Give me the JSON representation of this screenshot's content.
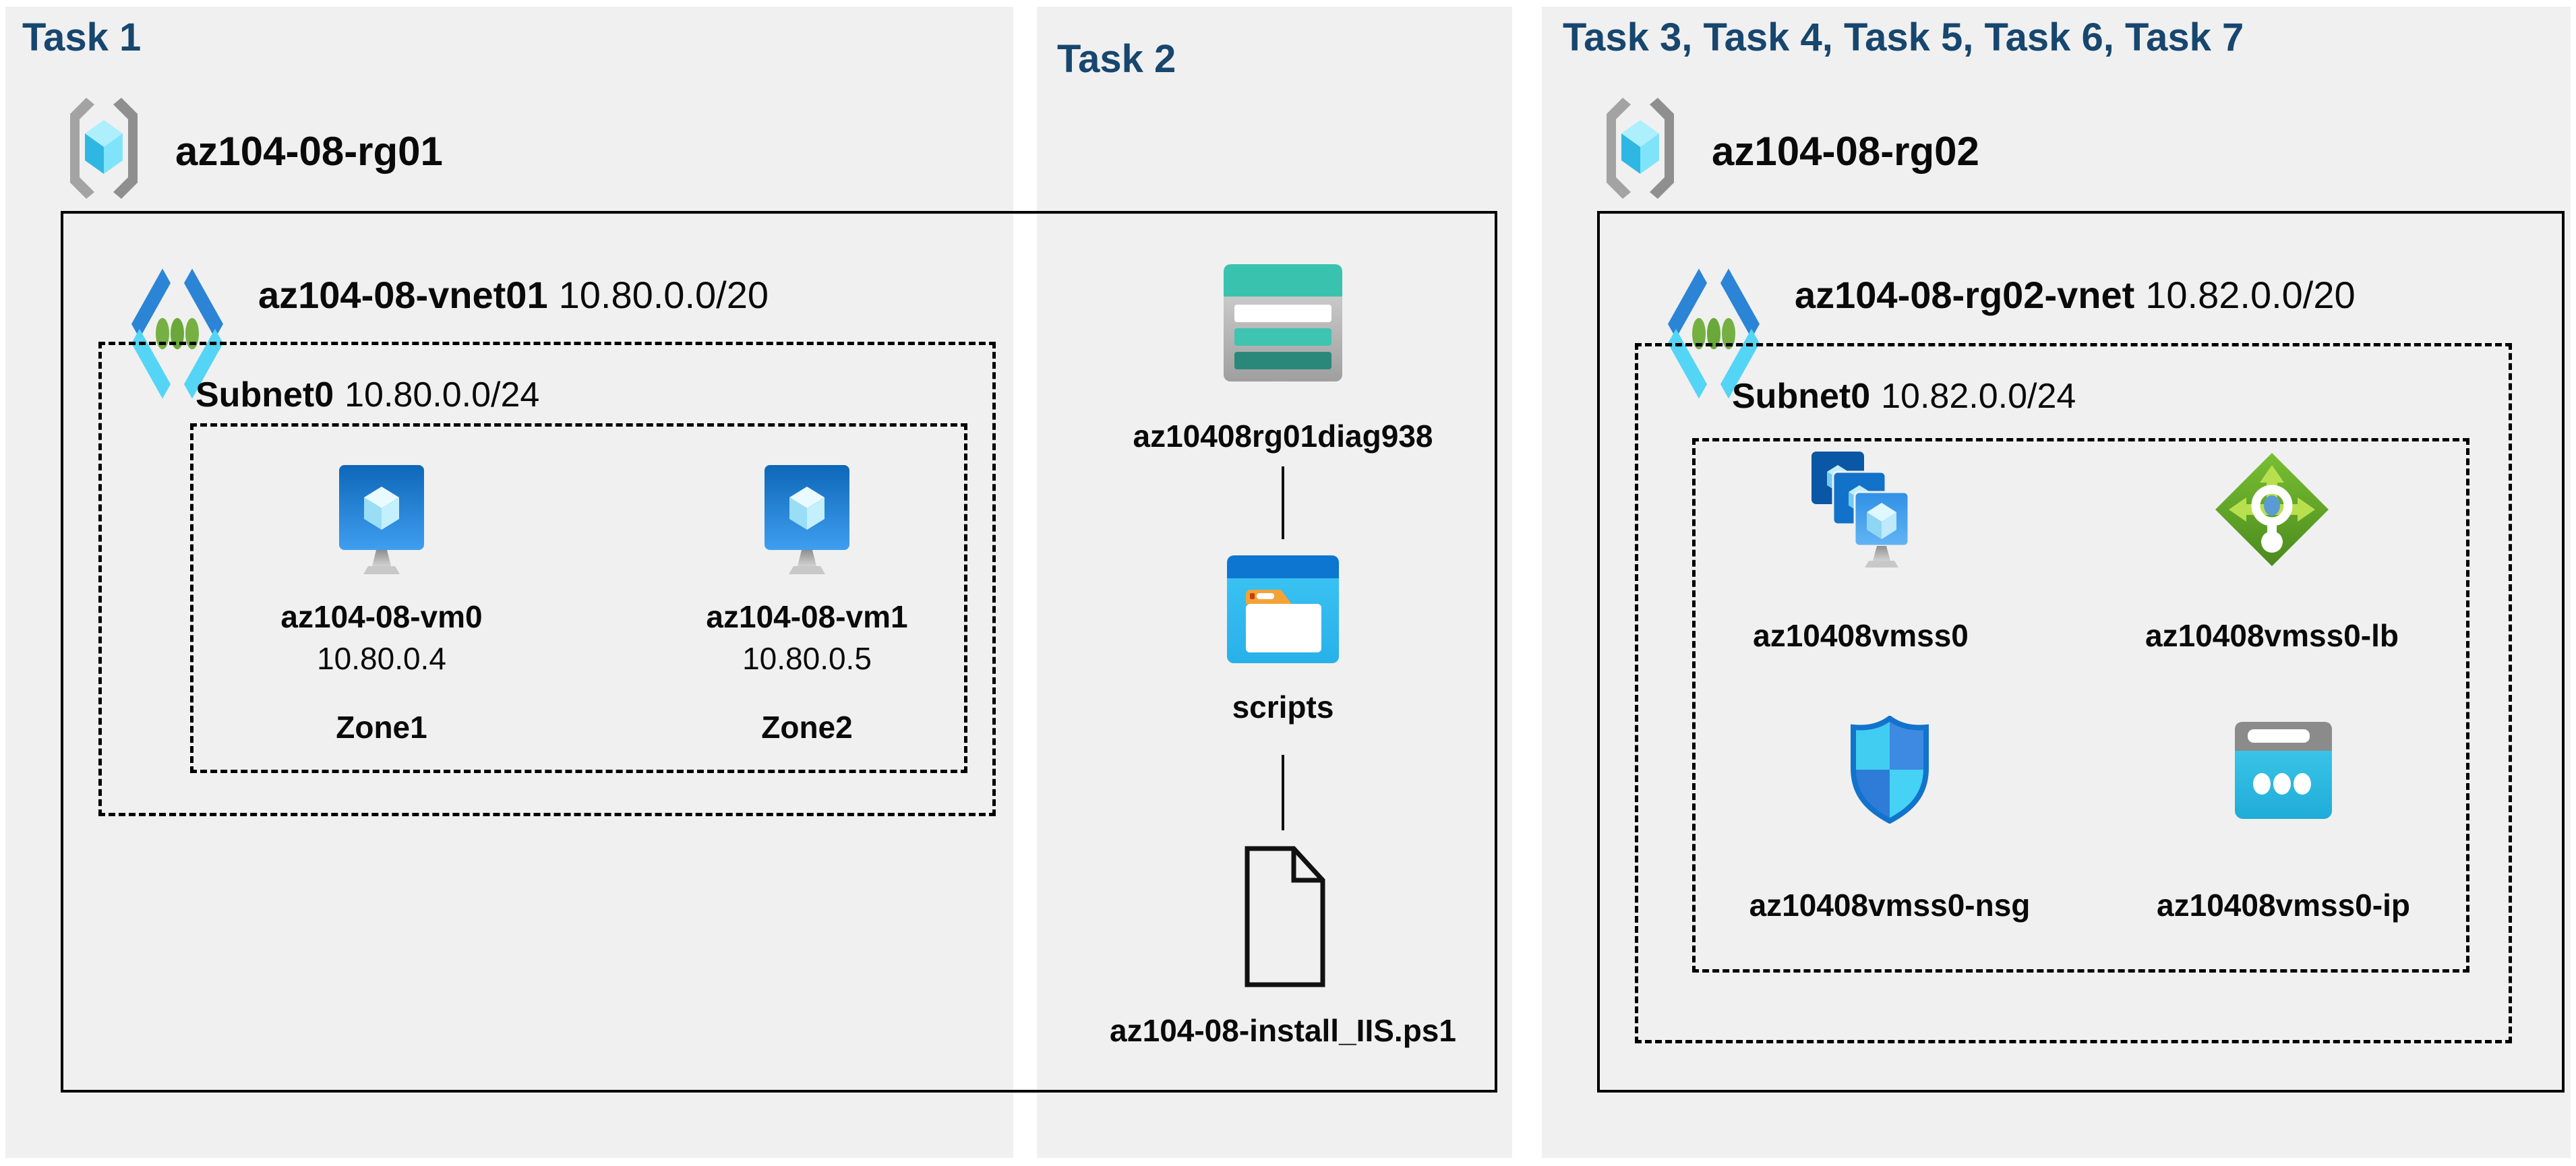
{
  "task1": {
    "header": "Task 1",
    "resource_group": "az104-08-rg01",
    "vnet": {
      "name": "az104-08-vnet01",
      "cidr": "10.80.0.0/20"
    },
    "subnet": {
      "name": "Subnet0",
      "cidr": "10.80.0.0/24"
    },
    "vms": [
      {
        "name": "az104-08-vm0",
        "ip": "10.80.0.4",
        "zone": "Zone1"
      },
      {
        "name": "az104-08-vm1",
        "ip": "10.80.0.5",
        "zone": "Zone2"
      }
    ]
  },
  "task2": {
    "header": "Task 2",
    "storage_account": "az10408rg01diag938",
    "folder": "scripts",
    "file": "az104-08-install_IIS.ps1"
  },
  "task3": {
    "header": "Task 3, Task 4, Task 5, Task 6, Task 7",
    "resource_group": "az104-08-rg02",
    "vnet": {
      "name": "az104-08-rg02-vnet",
      "cidr": "10.82.0.0/20"
    },
    "subnet": {
      "name": "Subnet0",
      "cidr": "10.82.0.0/24"
    },
    "resources": [
      {
        "name": "az10408vmss0",
        "icon": "vm-scale-set-icon"
      },
      {
        "name": "az10408vmss0-lb",
        "icon": "load-balancer-icon"
      },
      {
        "name": "az10408vmss0-nsg",
        "icon": "network-security-group-icon"
      },
      {
        "name": "az10408vmss0-ip",
        "icon": "public-ip-icon"
      }
    ]
  },
  "colors": {
    "task_header": "#17466e",
    "panel_bg": "#f0f0f0",
    "box_border": "#000000",
    "label_text": "#0a0a0a",
    "storage_teal": "#39c3ae",
    "folder_blue": "#0d76d1",
    "lb_green": "#61a327",
    "vm_blue": "#1f7ed0",
    "ip_cyan": "#33c1e8"
  }
}
